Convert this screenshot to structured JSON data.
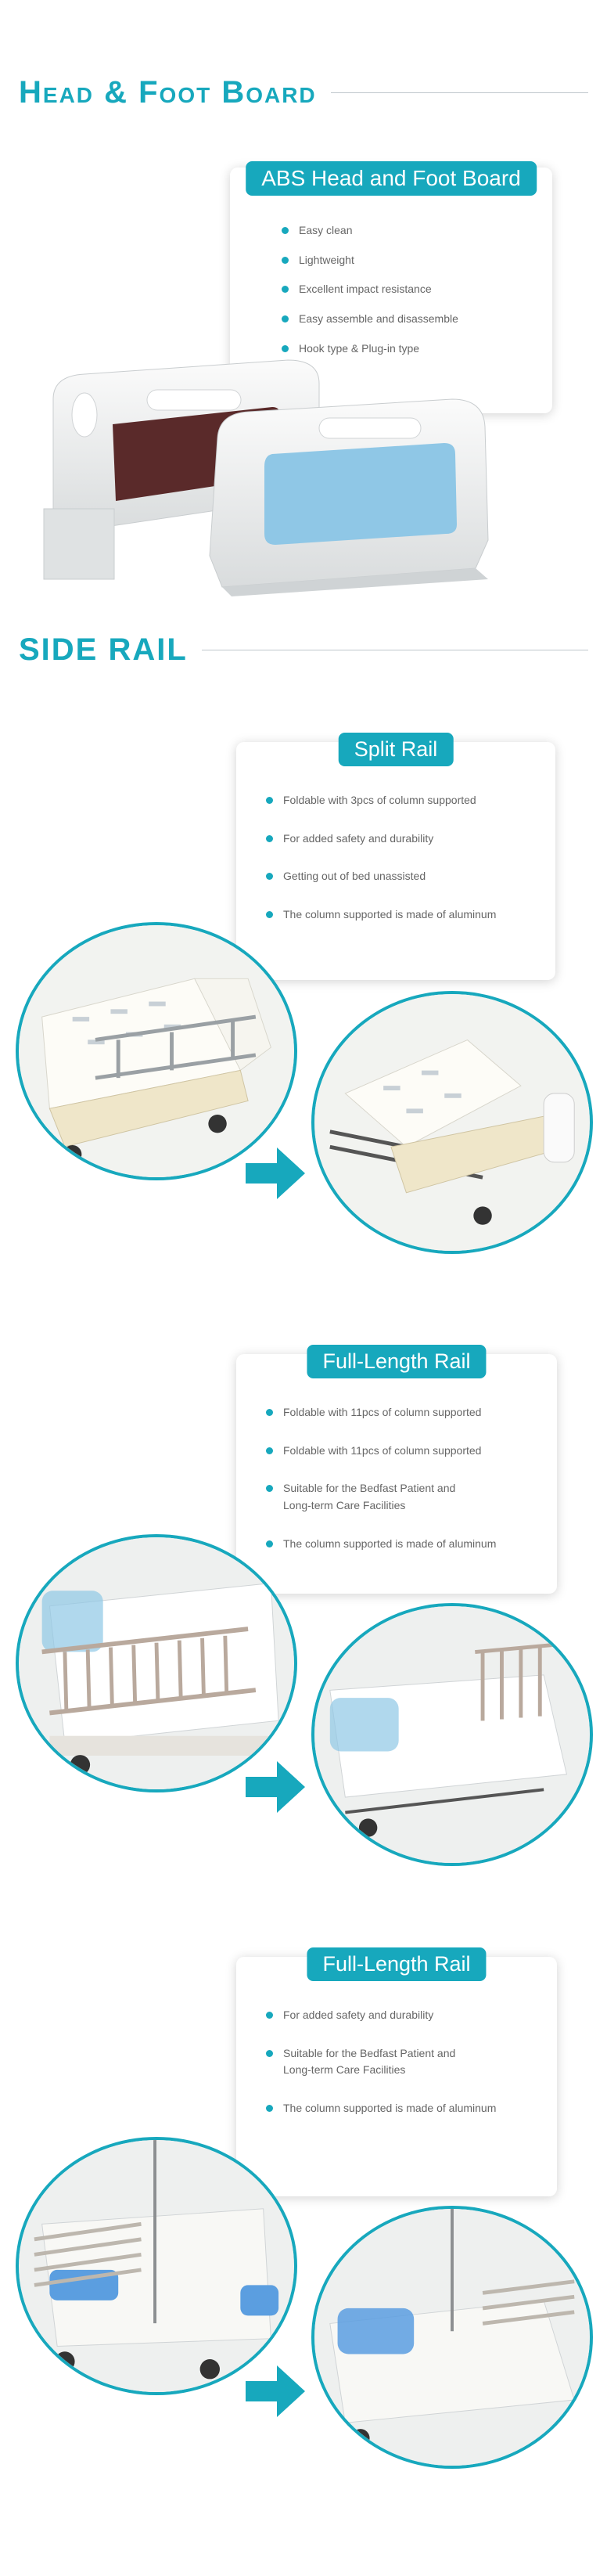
{
  "head_foot_section": {
    "heading": "Head & Foot Board",
    "card": {
      "title": "ABS Head and Foot Board",
      "features": [
        "Easy clean",
        "Lightweight",
        "Excellent impact resistance",
        "Easy assemble and disassemble",
        "Hook type & Plug-in type"
      ]
    }
  },
  "side_rail_section": {
    "heading": "SIDE RAIL",
    "rails": [
      {
        "title": "Split  Rail",
        "features": [
          "Foldable with 3pcs of column supported",
          "For added safety and durability",
          "Getting out of bed unassisted",
          "The column supported is made of aluminum"
        ]
      },
      {
        "title": "Full-Length Rail",
        "features": [
          "Foldable with 11pcs of column supported",
          "Foldable with 11pcs of column supported",
          "Suitable for the Bedfast Patient and Long-term Care Facilities",
          "The column supported is made of aluminum"
        ]
      },
      {
        "title": "Full-Length  Rail",
        "features": [
          "For added safety and durability",
          "Suitable for the Bedfast Patient and Long-term Care Facilities",
          "The column supported is made of aluminum"
        ]
      }
    ]
  },
  "colors": {
    "accent": "#17a8bd",
    "panel_brown": "#5a2a2a",
    "panel_blue": "#8fc7e6",
    "rule": "#bfc7cc"
  }
}
